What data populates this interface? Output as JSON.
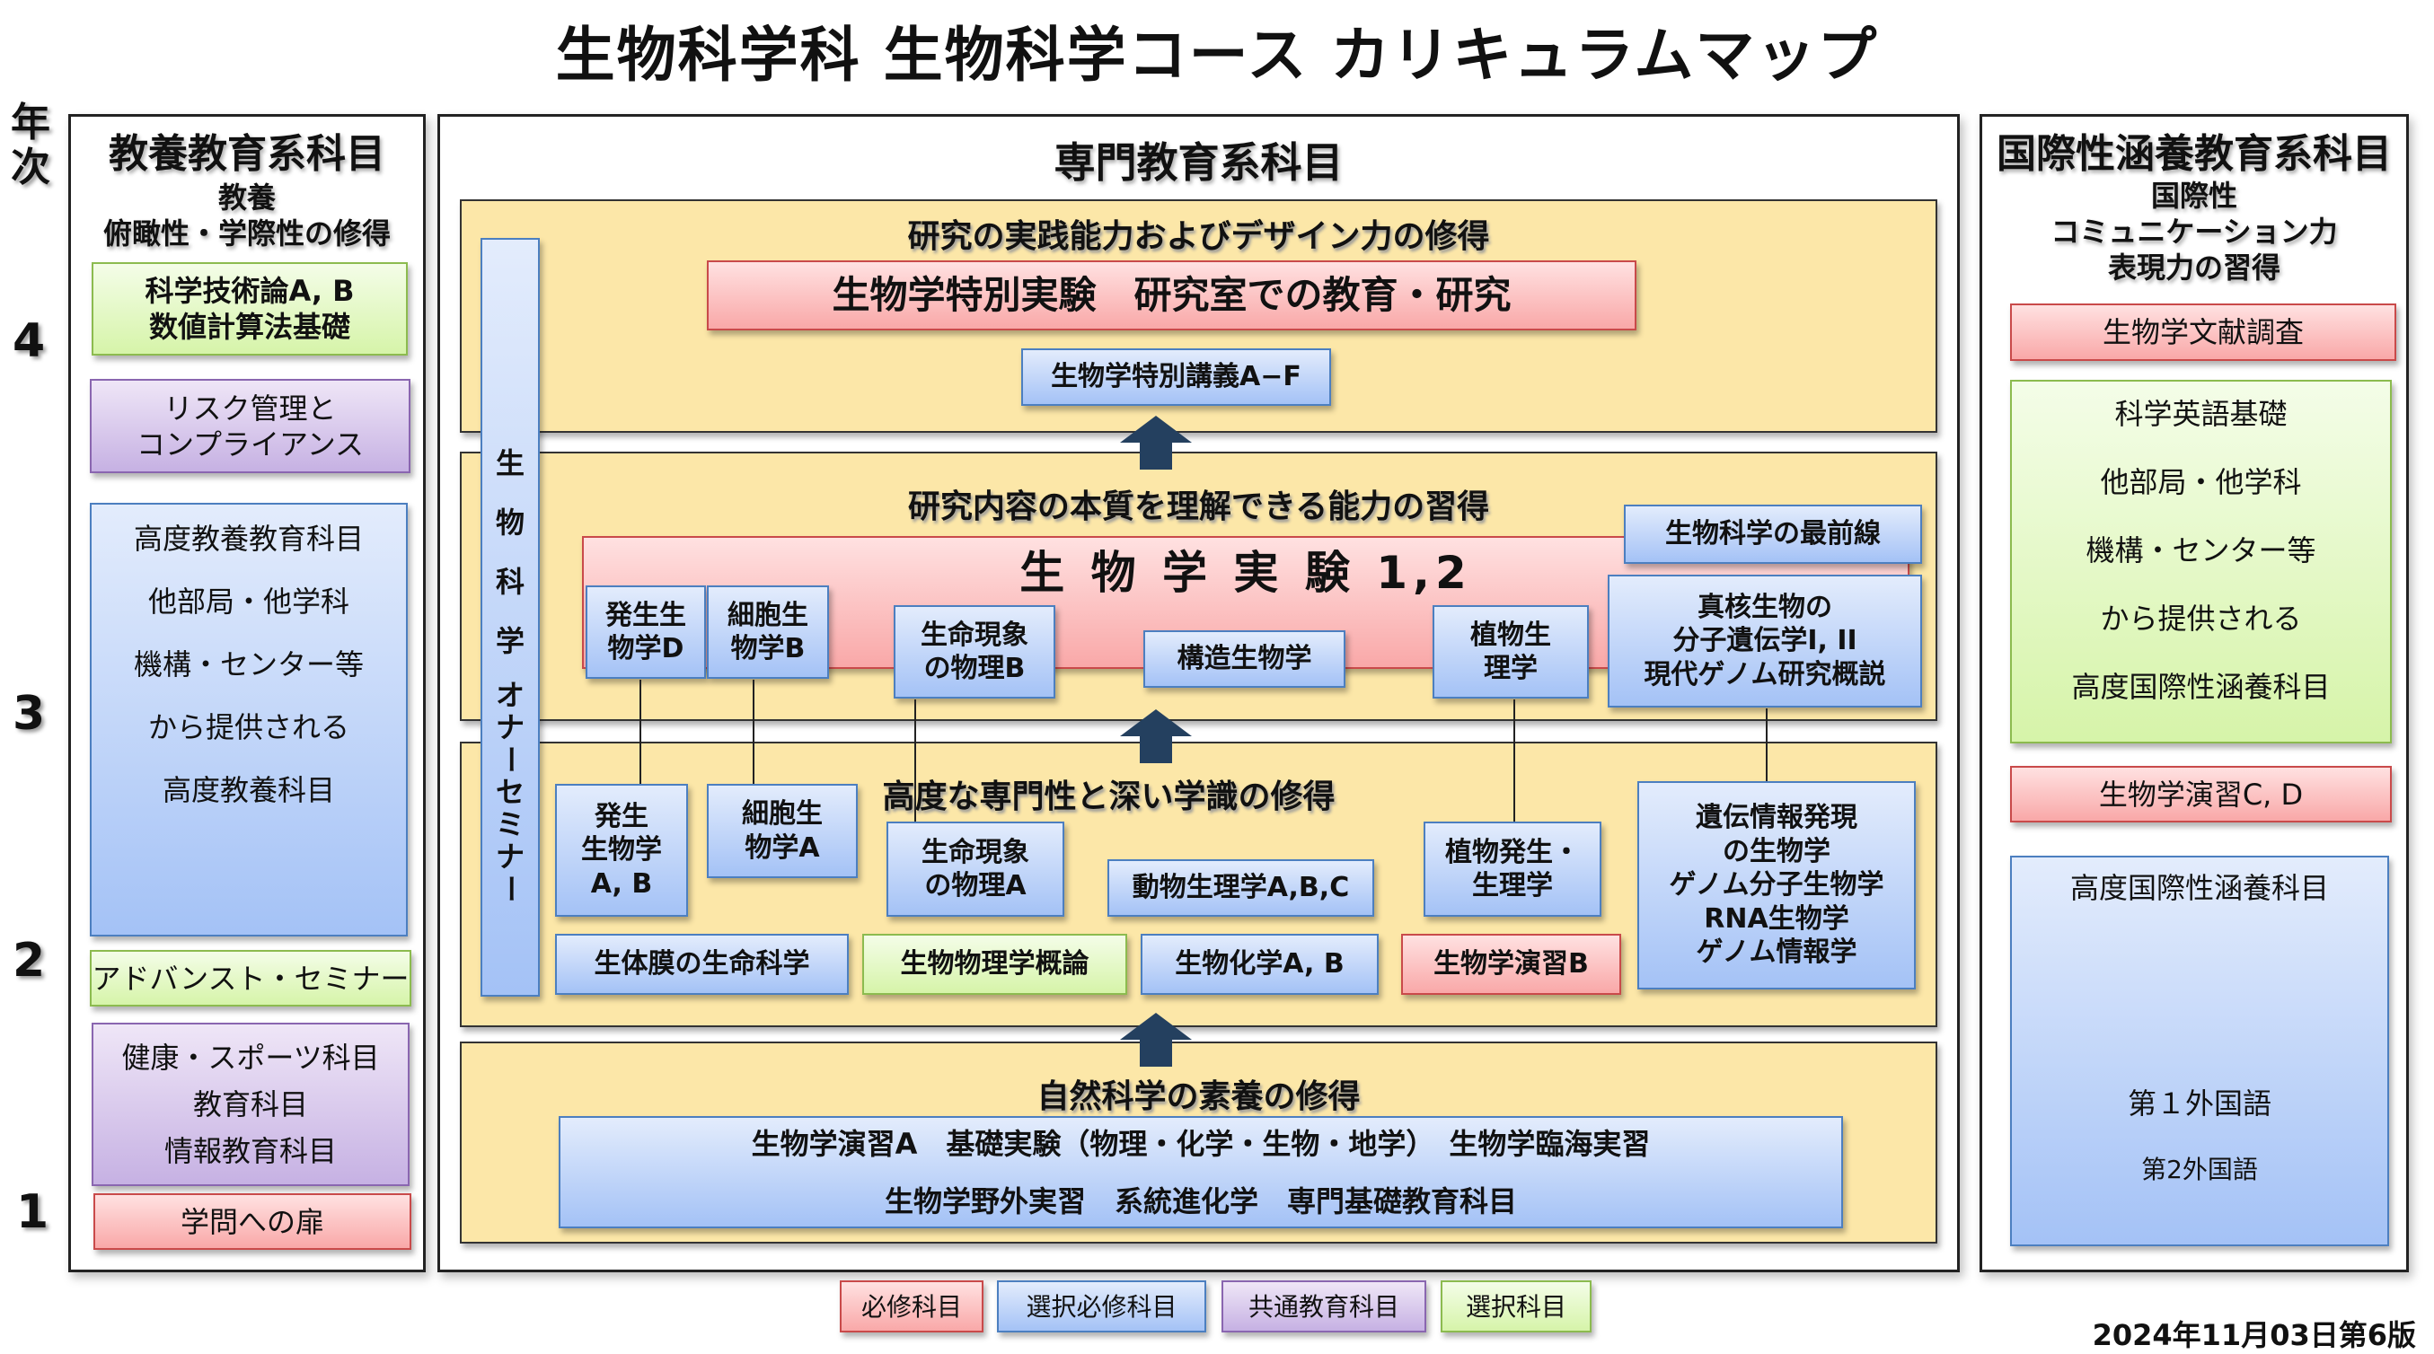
{
  "title": "生物科学科 生物科学コース カリキュラムマップ",
  "year_axis": {
    "label_1": "年",
    "label_2": "次",
    "years": [
      "4",
      "3",
      "2",
      "1"
    ]
  },
  "left_panel": {
    "heading": "教養教育系科目",
    "sub1": "教養",
    "sub2": "俯瞰性・学際性の修得",
    "items": {
      "kagaku": {
        "line1": "科学技術論A, B",
        "line2": "数値計算法基礎"
      },
      "risk": {
        "line1": "リスク管理と",
        "line2": "コンプライアンス"
      },
      "kodo": {
        "lines": [
          "高度教養教育科目",
          "他部局・他学科",
          "機構・センター等",
          "から提供される",
          "高度教養科目"
        ]
      },
      "advanced": "アドバンスト・セミナー",
      "health": {
        "lines": [
          "健康・スポーツ科目",
          "教育科目",
          "情報教育科目"
        ]
      },
      "gakumon": "学問への扉"
    }
  },
  "center_panel": {
    "heading": "専門教育系科目",
    "seminar": [
      "生",
      "物",
      "科",
      "学",
      "オ",
      "ナ",
      "ー",
      "セ",
      "ミ",
      "ナ",
      "ー"
    ],
    "stage4": {
      "title": "研究の実践能力およびデザイン力の修得",
      "special_exp": "生物学特別実験　研究室での教育・研究",
      "special_lecture": "生物学特別講義A−F"
    },
    "stage3": {
      "title": "研究内容の本質を理解できる能力の習得",
      "experiment": "生 物 学 実 験 1,2",
      "frontier": "生物科学の最前線",
      "courses": {
        "hassei_d": [
          "発生生",
          "物学D"
        ],
        "saibou_b": [
          "細胞生",
          "物学B"
        ],
        "seimei_b": [
          "生命現象",
          "の物理B"
        ],
        "kouzou": "構造生物学",
        "shokubutsu": [
          "植物生",
          "理学"
        ],
        "shinkaku": [
          "真核生物の",
          "分子遺伝学I, II",
          "現代ゲノム研究概説"
        ]
      }
    },
    "stage2": {
      "title": "高度な専門性と深い学識の修得",
      "courses": {
        "hassei_ab": [
          "発生",
          "生物学",
          "A, B"
        ],
        "saibou_a": [
          "細胞生",
          "物学A"
        ],
        "seimei_a": [
          "生命現象",
          "の物理A"
        ],
        "doubutsu": "動物生理学A,B,C",
        "shokubutsu_hassei": [
          "植物発生・",
          "生理学"
        ],
        "iden": [
          "遺伝情報発現",
          "の生物学",
          "ゲノム分子生物学",
          "RNA生物学",
          "ゲノム情報学"
        ],
        "seitaimaku": "生体膜の生命科学",
        "seibutsubutsuri": "生物物理学概論",
        "seibutsukagaku": "生物化学A, B",
        "enshu_b": "生物学演習B"
      }
    },
    "stage1": {
      "title": "自然科学の素養の修得",
      "line1": "生物学演習A　基礎実験（物理・化学・生物・地学）　生物学臨海実習",
      "line2": "生物学野外実習　系統進化学　専門基礎教育科目"
    }
  },
  "right_panel": {
    "heading": "国際性涵養教育系科目",
    "sub1": "国際性",
    "sub2": "コミュニケーション力",
    "sub3": "表現力の習得",
    "items": {
      "bunken": "生物学文献調査",
      "eigo": {
        "lines": [
          "科学英語基礎",
          "他部局・他学科",
          "機構・センター等",
          "から提供される",
          "高度国際性涵養科目"
        ]
      },
      "enshu_cd": "生物学演習C, D",
      "kokusai": {
        "heading": "高度国際性涵養科目",
        "lang1": "第１外国語",
        "lang2": "第2外国語"
      }
    }
  },
  "legend": [
    {
      "label": "必修科目",
      "kind": "red"
    },
    {
      "label": "選択必修科目",
      "kind": "blue"
    },
    {
      "label": "共通教育科目",
      "kind": "purple"
    },
    {
      "label": "選択科目",
      "kind": "green"
    }
  ],
  "version": "2024年11月03日第6版",
  "colors": {
    "required": "#f9a8a8",
    "elective_required": "#a4c2f6",
    "common": "#c6b1e3",
    "elective": "#d6f4a9",
    "stage_bg": "#fce7a8",
    "arrow": "#24405f"
  }
}
